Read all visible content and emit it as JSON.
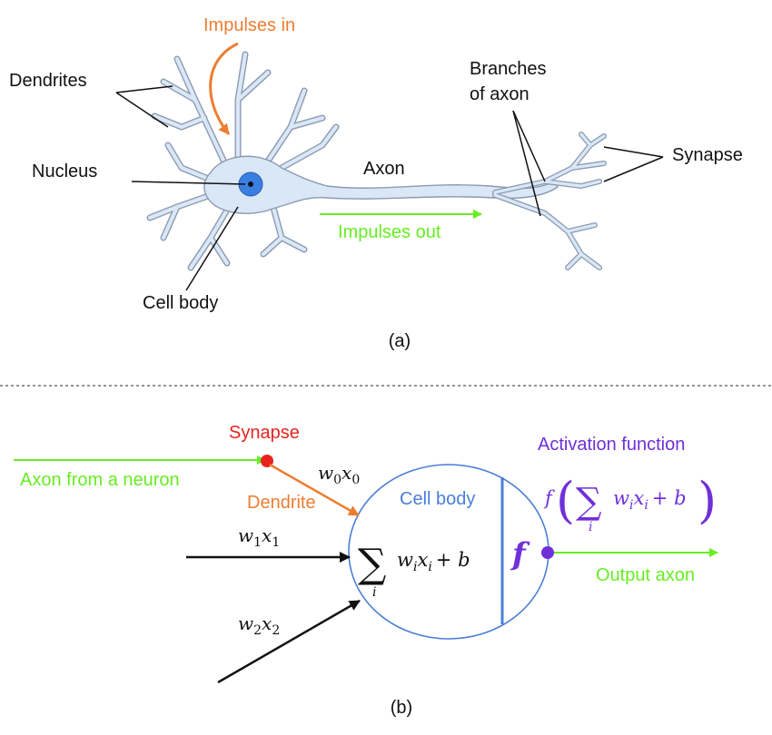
{
  "colors": {
    "black": "#111111",
    "orange": "#ed7d31",
    "green": "#66ee22",
    "red": "#e8231f",
    "blue": "#4a7fd8",
    "purple": "#7030d8",
    "neuron_fill": "#d9e7f7",
    "neuron_stroke": "#8c9bb0",
    "nucleus": "#3b7ee2"
  },
  "panel_a": {
    "impulses_in": "Impulses in",
    "dendrites": "Dendrites",
    "branches_line1": "Branches",
    "branches_line2": "of axon",
    "axon": "Axon",
    "synapse": "Synapse",
    "nucleus": "Nucleus",
    "impulses_out": "Impulses out",
    "cell_body": "Cell body",
    "caption": "(a)"
  },
  "panel_b": {
    "synapse": "Synapse",
    "axon_from_neuron": "Axon from a neuron",
    "dendrite": "Dendrite",
    "cell_body": "Cell body",
    "activation_function": "Activation function",
    "output_axon": "Output axon",
    "f_symbol": "f",
    "caption": "(b)",
    "w0x0": {
      "w": "w",
      "s1": "0",
      "x": "x",
      "s2": "0"
    },
    "w1x1": {
      "w": "w",
      "s1": "1",
      "x": "x",
      "s2": "1"
    },
    "w2x2": {
      "w": "w",
      "s1": "2",
      "x": "x",
      "s2": "2"
    },
    "sum_body": {
      "sigma": "∑",
      "index": "i",
      "w": "w",
      "wi": "i",
      "x": "x",
      "xi": "i",
      "plus_b": "+ b"
    },
    "activation_formula": {
      "f": "f",
      "lparen": "(",
      "sigma": "∑",
      "index": "i",
      "w": "w",
      "wi": "i",
      "x": "x",
      "xi": "i",
      "plus_b": "+ b",
      "rparen": ")"
    }
  }
}
